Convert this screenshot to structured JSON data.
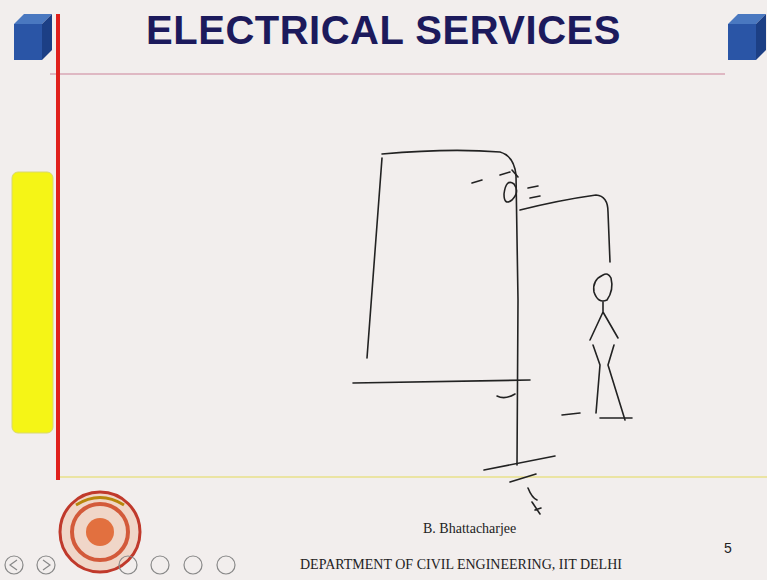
{
  "diagram": {
    "title": "ELECTRICAL SERVICES",
    "labels": [
      "B. Bhattacharjee",
      "DEPARTMENT OF CIVIL ENGINEERING, IIT DELHI",
      "5"
    ]
  }
}
